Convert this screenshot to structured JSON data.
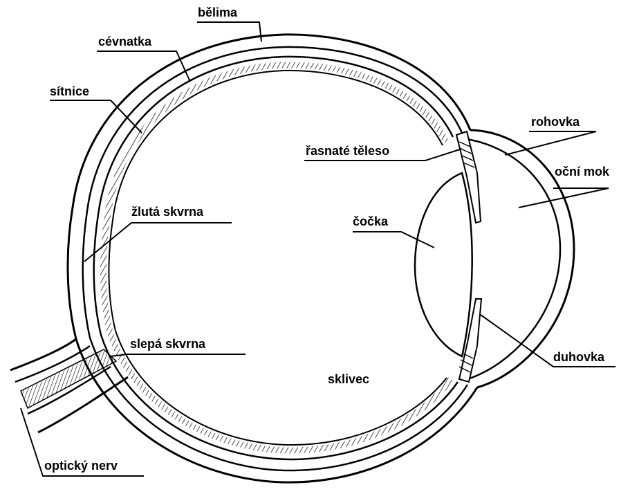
{
  "labels": {
    "belima": "bělima",
    "cevnatka": "cévnatka",
    "sitnice": "sítnice",
    "rohovka": "rohovka",
    "rasnate_teleso": "řasnaté těleso",
    "ocni_mok": "oční mok",
    "zluta_skvrna": "žlutá skvrna",
    "cocka": "čočka",
    "slepa_skvrna": "slepá skvrna",
    "sklivec": "sklivec",
    "duhovka": "duhovka",
    "opticky_nerv": "optický nerv"
  },
  "colors": {
    "line": "#000000",
    "background": "#ffffff"
  }
}
